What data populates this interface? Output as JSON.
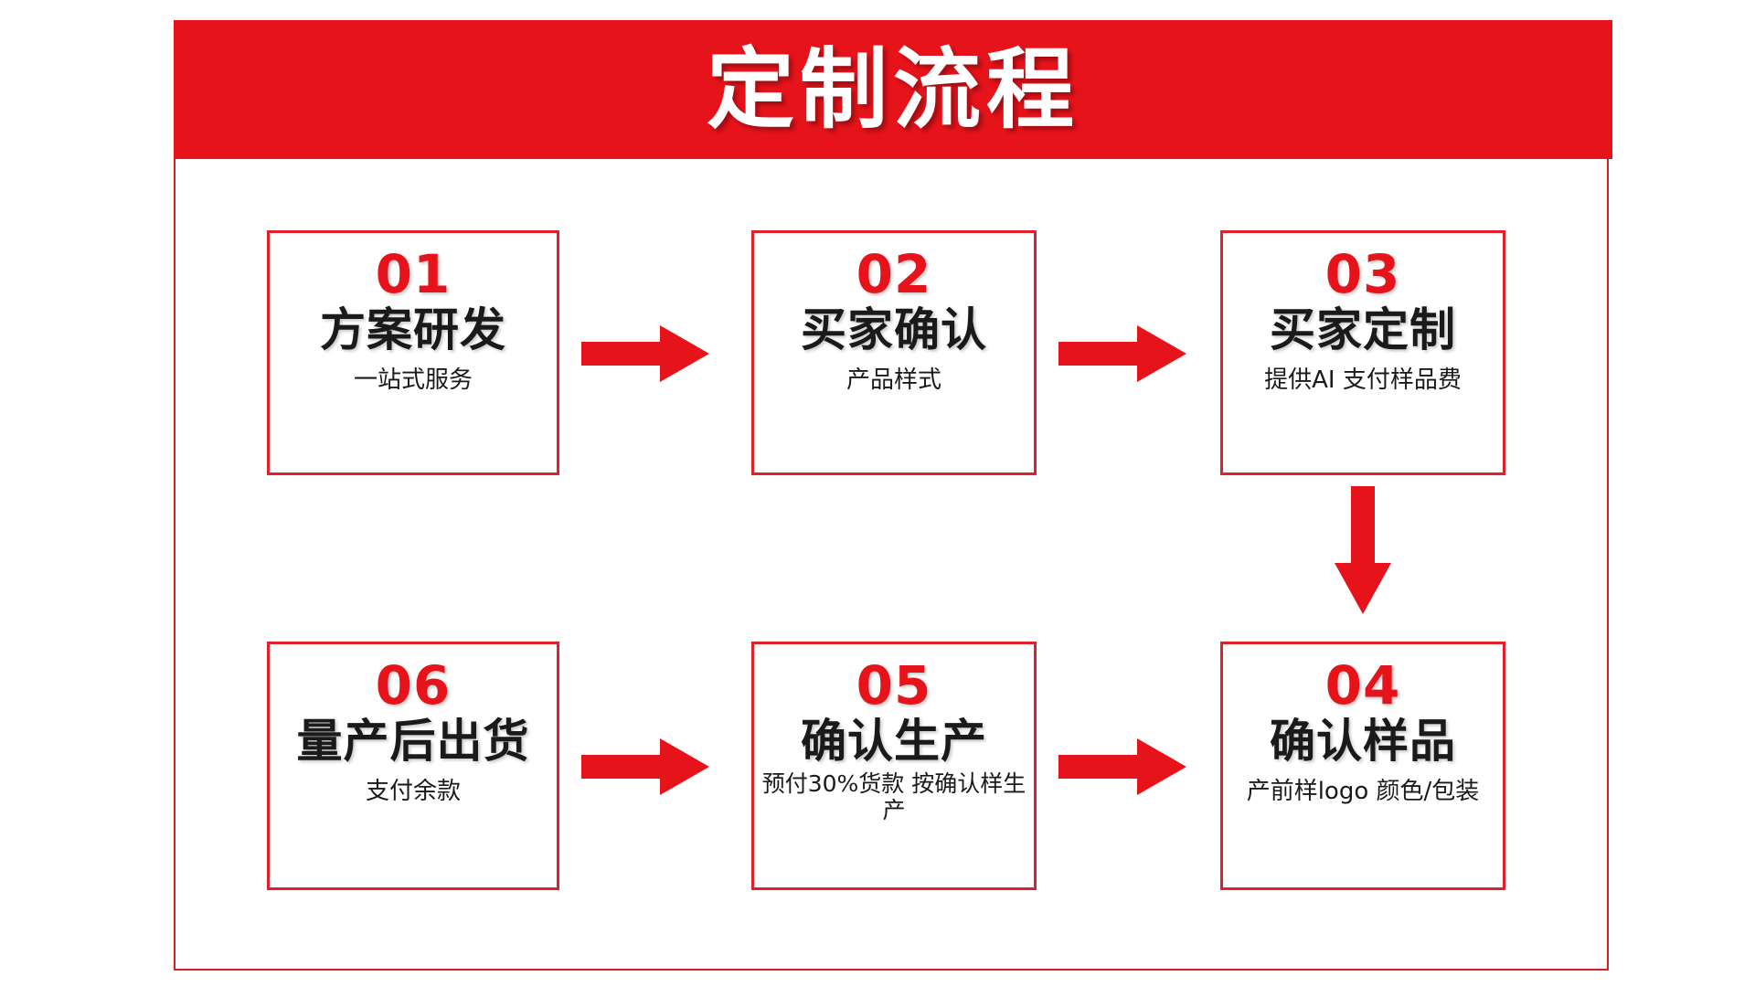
{
  "poster": {
    "title": "定制流程",
    "accent_color": "#e7131a",
    "border_color": "#d82027",
    "background_color": "#ffffff",
    "number_color": "#e7131a",
    "text_color": "#1a1a1a"
  },
  "steps": [
    {
      "number": "01",
      "title": "方案研发",
      "subtitle": "一站式服务",
      "position": "row1-col1"
    },
    {
      "number": "02",
      "title": "买家确认",
      "subtitle": "产品样式",
      "position": "row1-col2"
    },
    {
      "number": "03",
      "title": "买家定制",
      "subtitle": "提供AI 支付样品费",
      "position": "row1-col3"
    },
    {
      "number": "04",
      "title": "确认样品",
      "subtitle": "产前样logo 颜色/包装",
      "position": "row2-col3"
    },
    {
      "number": "05",
      "title": "确认生产",
      "subtitle": "预付30%货款 按确认样生产",
      "position": "row2-col2"
    },
    {
      "number": "06",
      "title": "量产后出货",
      "subtitle": "支付余款",
      "position": "row2-col1"
    }
  ],
  "connectors": [
    {
      "name": "arrow-01-to-02",
      "direction": "right"
    },
    {
      "name": "arrow-02-to-03",
      "direction": "right"
    },
    {
      "name": "arrow-03-to-04",
      "direction": "down"
    },
    {
      "name": "arrow-04-to-05",
      "direction": "left-pointing-right-drawn"
    },
    {
      "name": "arrow-05-to-06",
      "direction": "left-pointing-right-drawn"
    }
  ]
}
